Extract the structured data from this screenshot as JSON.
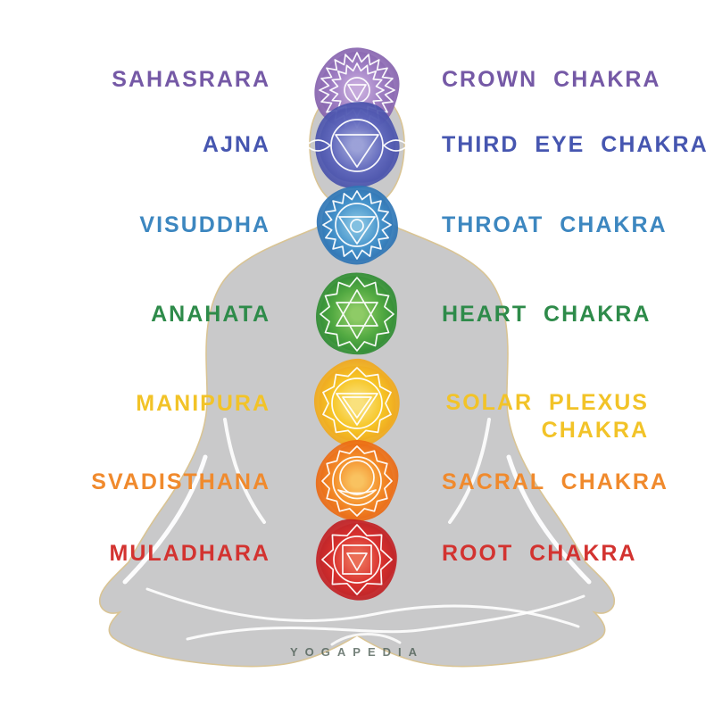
{
  "watermark": "YOGAPEDIA",
  "colors": {
    "silhouette": "#C9C9CA",
    "silhouette_outline": "#D9C494",
    "watermark": "#46584E"
  },
  "rows": [
    {
      "sanskrit": "SAHASRARA",
      "english": "CROWN CHAKRA",
      "english2": "",
      "color": "#7559A6",
      "blob": {
        "light": "#C5A8DC",
        "main": "#9B79C1",
        "dark": "#8663AE"
      }
    },
    {
      "sanskrit": "AJNA",
      "english": "THIRD EYE CHAKRA",
      "english2": "",
      "color": "#4656B0",
      "blob": {
        "light": "#9AA0D8",
        "main": "#5E66BC",
        "dark": "#4A53AC"
      }
    },
    {
      "sanskrit": "VISUDDHA",
      "english": "THROAT CHAKRA",
      "english2": "",
      "color": "#3D87C0",
      "blob": {
        "light": "#7FC0E2",
        "main": "#3E8FCA",
        "dark": "#2E74B4"
      }
    },
    {
      "sanskrit": "ANAHATA",
      "english": "HEART CHAKRA",
      "english2": "",
      "color": "#2E8B4A",
      "blob": {
        "light": "#8CCB62",
        "main": "#4DA83C",
        "dark": "#2F8C33"
      }
    },
    {
      "sanskrit": "MANIPURA",
      "english": "SOLAR PLEXUS",
      "english2": "CHAKRA",
      "color": "#F2C328",
      "blob": {
        "light": "#FBE27A",
        "main": "#F8C51E",
        "dark": "#F0A81C"
      }
    },
    {
      "sanskrit": "SVADISTHANA",
      "english": "SACRAL CHAKRA",
      "english2": "",
      "color": "#F08A2D",
      "blob": {
        "light": "#FBC25C",
        "main": "#F58A22",
        "dark": "#EB6A14"
      }
    },
    {
      "sanskrit": "MULADHARA",
      "english": "ROOT CHAKRA",
      "english2": "",
      "color": "#D33330",
      "blob": {
        "light": "#EC6A52",
        "main": "#D92B28",
        "dark": "#C02024"
      }
    }
  ]
}
